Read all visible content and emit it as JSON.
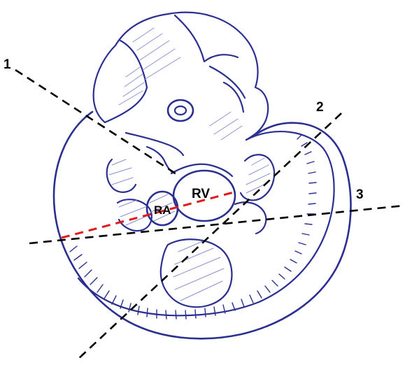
{
  "diagram": {
    "section_lines": [
      {
        "number": "1"
      },
      {
        "number": "2"
      },
      {
        "number": "3"
      }
    ],
    "structures": {
      "right_ventricle": "RV",
      "right_atrium": "RA"
    }
  },
  "colors": {
    "outline": "#2b2f8f",
    "hatch": "#8a8fd0",
    "section_line": "#000000",
    "highlight_line": "#e0191a",
    "background": "#ffffff"
  }
}
